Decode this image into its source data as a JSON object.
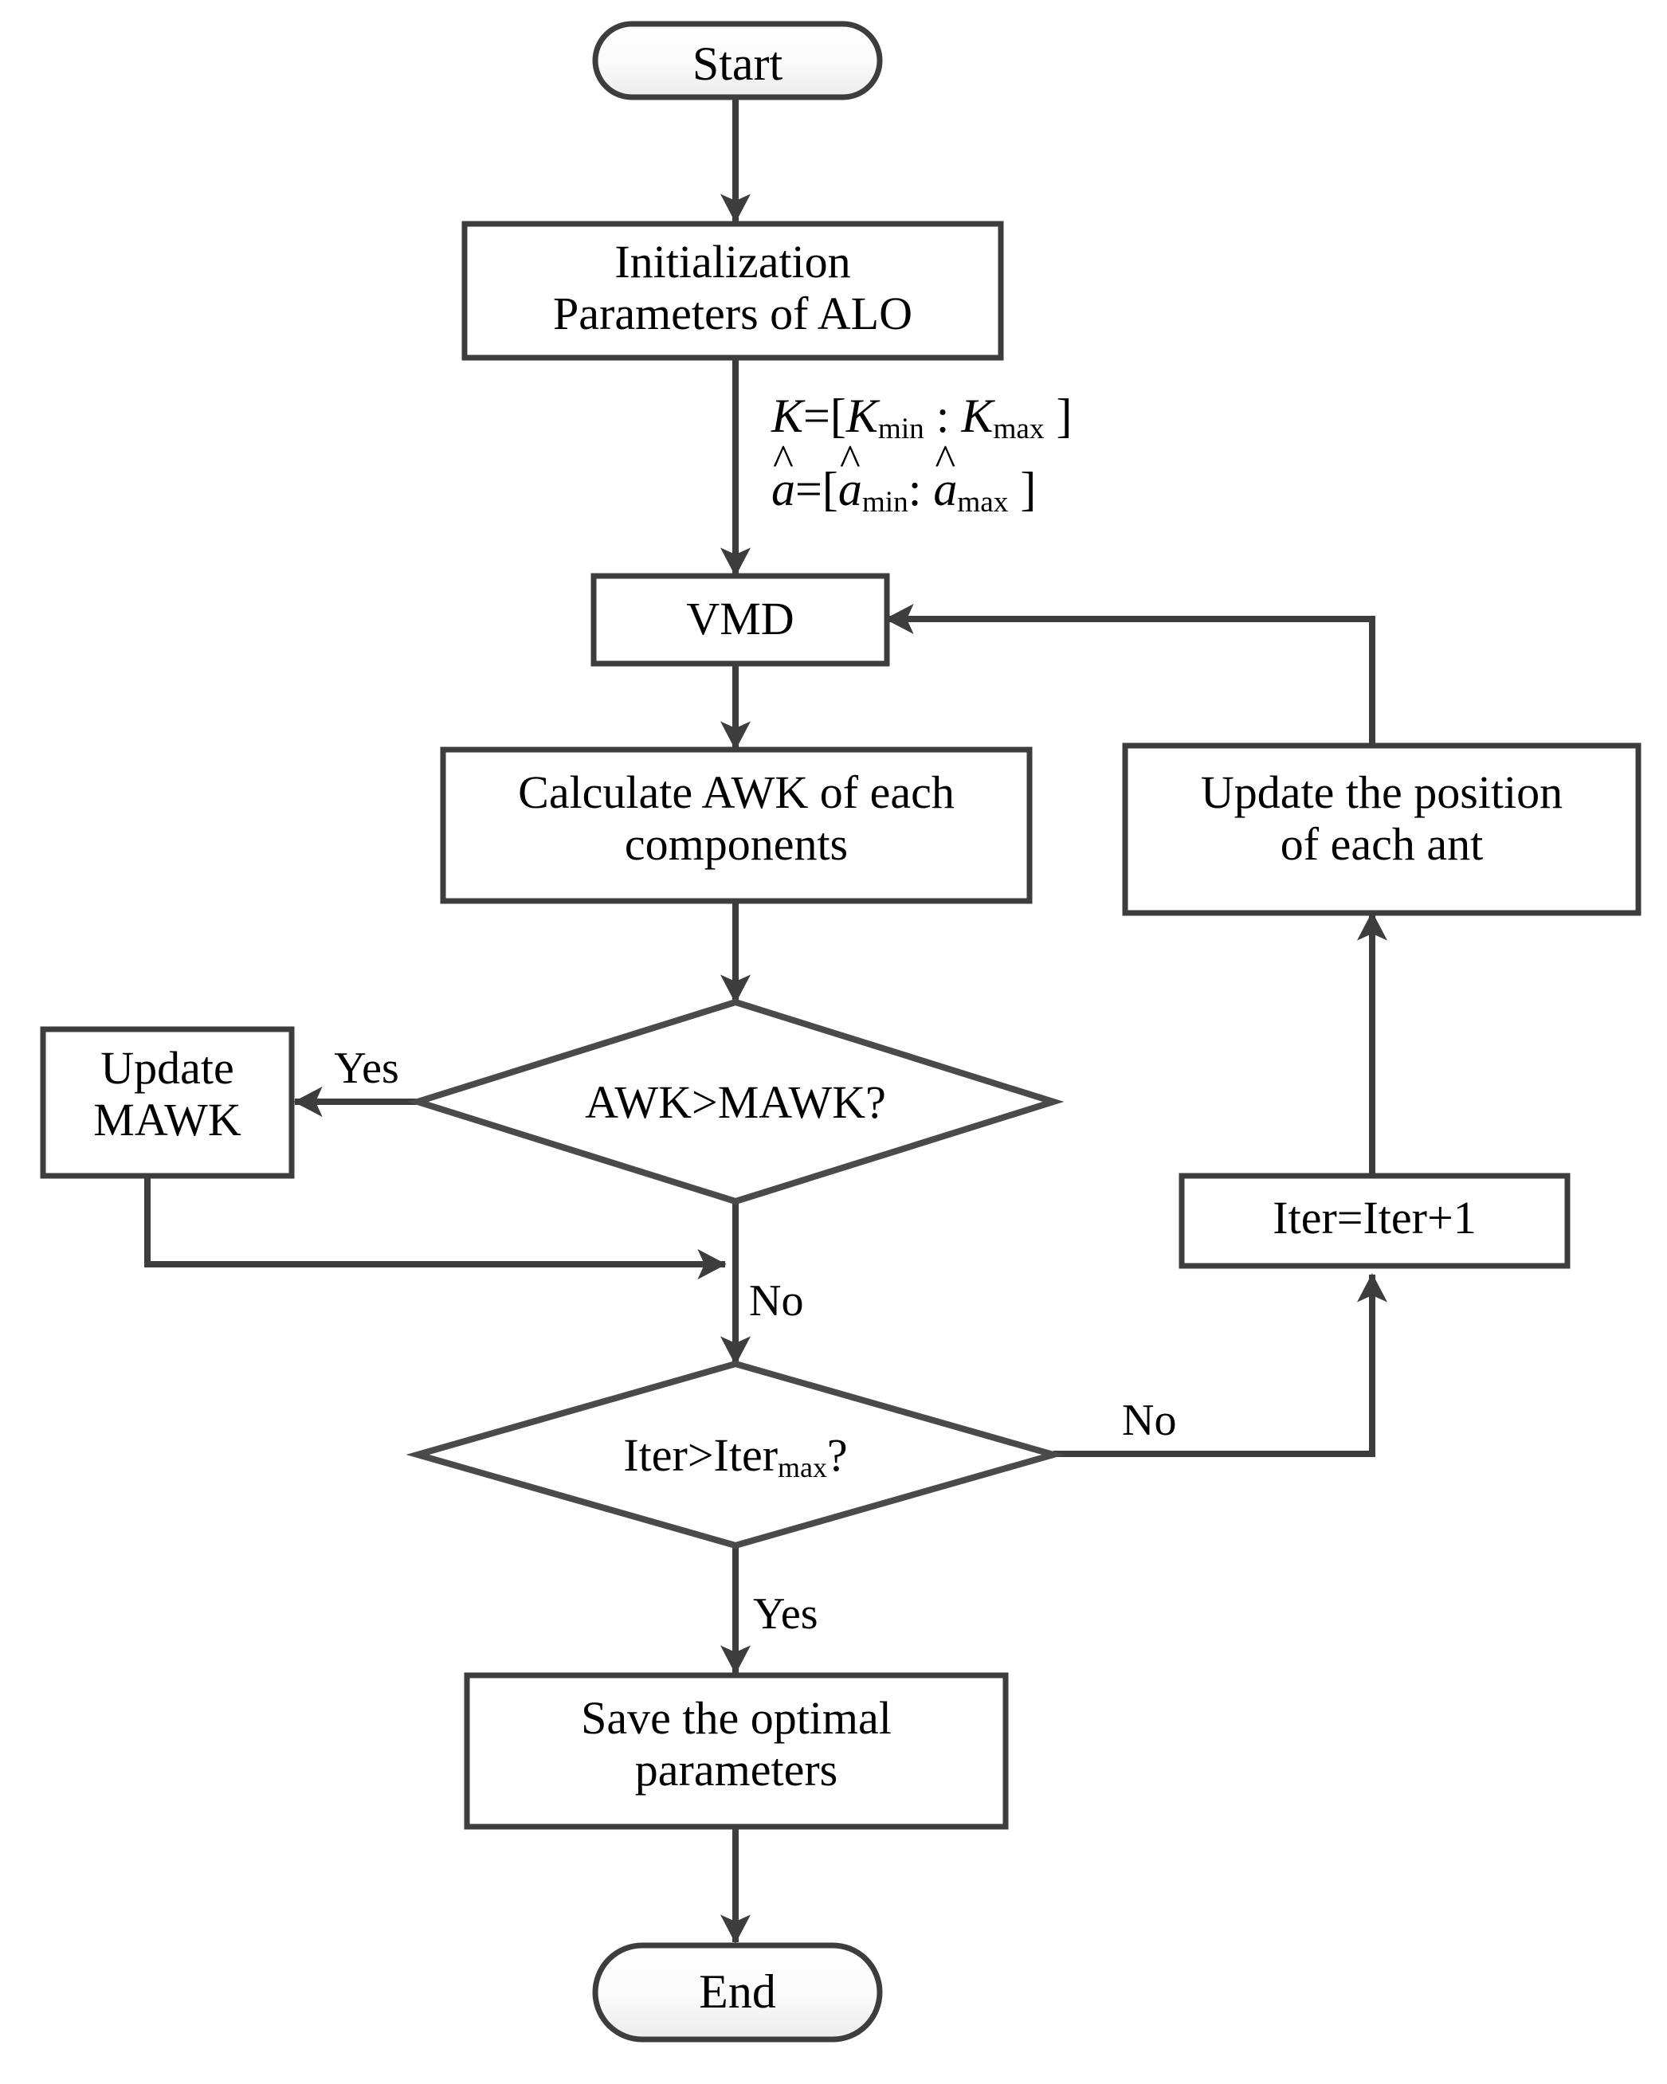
{
  "diagram": {
    "title": "ALO optimized VMD parameter selection flowchart",
    "background_color": "#ffffff",
    "line_color": "#3d3d3d",
    "text_color": "#000000"
  },
  "nodes": {
    "start": {
      "label": "Start",
      "shape": "terminal"
    },
    "init": {
      "label": "Initialization\nParameters of ALO",
      "shape": "process"
    },
    "vmd": {
      "label": "VMD",
      "shape": "process"
    },
    "calc_awk": {
      "label": "Calculate AWK of each\ncomponents",
      "shape": "process"
    },
    "update_pos": {
      "label": "Update the position\nof each ant",
      "shape": "process"
    },
    "awk_decision": {
      "label": "AWK>MAWK?",
      "shape": "decision"
    },
    "update_mawk": {
      "label": "Update\nMAWK",
      "shape": "process"
    },
    "iter_decision": {
      "label_prefix": "Iter>Iter",
      "label_sub": "max",
      "label_suffix": "?",
      "shape": "decision"
    },
    "iter_inc": {
      "label": "Iter=Iter+1",
      "shape": "process"
    },
    "save_params": {
      "label": "Save the optimal\nparameters",
      "shape": "process"
    },
    "end": {
      "label": "End",
      "shape": "terminal"
    }
  },
  "formulas": {
    "k_range": {
      "var": "K",
      "eq": "=[",
      "min_var": "K",
      "min_sub": "min",
      "sep": " : ",
      "max_var": "K",
      "max_sub": "max",
      "close": " ]"
    },
    "a_range": {
      "var": "a",
      "eq": "=[",
      "min_var": "a",
      "min_sub": "min",
      "sep": ": ",
      "max_var": "a",
      "max_sub": "max",
      "close": " ]",
      "accent": "^"
    }
  },
  "edge_labels": {
    "awk_yes": "Yes",
    "awk_no": "No",
    "iter_no": "No",
    "iter_yes": "Yes"
  }
}
